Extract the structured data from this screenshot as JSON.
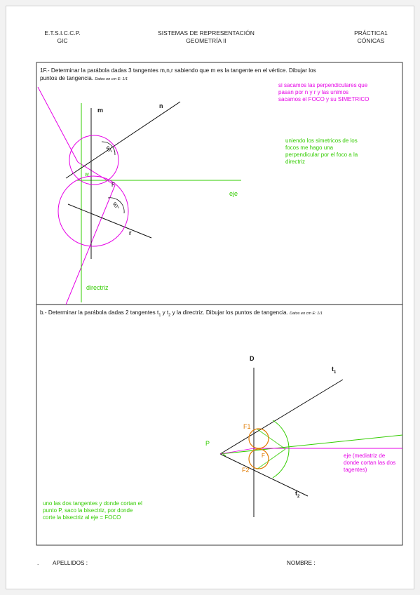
{
  "header": {
    "school": "E.T.S.I.C.C.P.",
    "school_sub": "GIC",
    "subject": "SISTEMAS DE REPRESENTACIÓN",
    "subject_sub": "GEOMETRÍA II",
    "practice": "PRÁCTICA1",
    "practice_sub": "CÓNICAS"
  },
  "section1": {
    "title": "1F.- Determinar la parábola dadas 3 tangentes m,n,r sabiendo que m es la tangente en el vértice. Dibujar los",
    "title2": "puntos de tangencia.",
    "data_note": "Datos en cm E: 1/1",
    "note_magenta": "si sacamos las perpendiculares que pasan por n y r y las unimos sacamos el FOCO y su SIMETRICO",
    "note_green": "uniendo los simetricos de los focos me hago una perpendicular por el foco a la directriz",
    "labels": {
      "m": "m",
      "n": "n",
      "r": "r",
      "w": "w",
      "F": "F",
      "eje": "eje",
      "directriz": "directriz",
      "angle1": "90°",
      "angle2": "90°"
    }
  },
  "section2": {
    "title": "b.- Determinar la parábola dadas 2 tangentes t",
    "title_sub1": "1",
    "title_mid": " y t",
    "title_sub2": "2",
    "title_end": " y la directriz. Dibujar los puntos de tangencia.",
    "data_note": "Datos en cm E: 1/1",
    "note_magenta": "eje (mediatriz de donde cortan las dos tagentes)",
    "note_green": "uno las dos tangentes y donde cortan el punto P, saco la bisectriz, por donde corte la bisectriz al eje = FOCO",
    "labels": {
      "D": "D",
      "t1": "t",
      "t1_sub": "1",
      "t2": "t",
      "t2_sub": "2",
      "P": "P",
      "F1": "F1",
      "F2": "F2",
      "F": "F"
    }
  },
  "footer": {
    "dot": ".",
    "apellidos": "APELLIDOS :",
    "nombre": "NOMBRE :"
  },
  "colors": {
    "magenta": "#e600e6",
    "green": "#33cc00",
    "orange": "#e07a00",
    "black": "#111111"
  }
}
